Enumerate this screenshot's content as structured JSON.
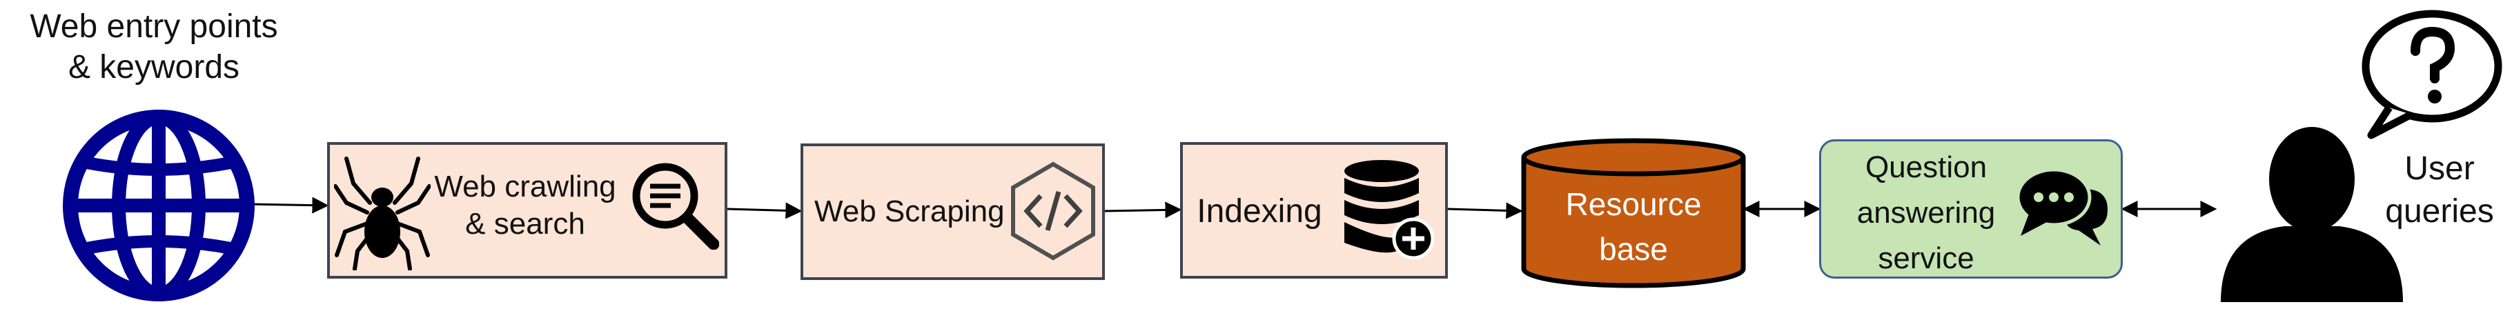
{
  "source": {
    "label_line1": "Web entry points",
    "label_line2": "& keywords",
    "icon": "globe-icon"
  },
  "crawl": {
    "label_line1": "Web crawling",
    "label_line2": "& search",
    "icons": [
      "spider-icon",
      "search-document-icon"
    ]
  },
  "scrape": {
    "label": "Web Scraping",
    "icon": "code-hexagon-icon"
  },
  "index": {
    "label": "Indexing",
    "icon": "database-add-icon"
  },
  "resource": {
    "label_line1": "Resource",
    "label_line2": "base",
    "icon": "database-cylinder"
  },
  "qa": {
    "label_line1": "Question",
    "label_line2": "answering",
    "label_line3": "service",
    "icon": "chat-bubbles-icon"
  },
  "user": {
    "label_line1": "User",
    "label_line2": "queries",
    "icons": [
      "user-silhouette-icon",
      "question-bubble-icon"
    ]
  },
  "colors": {
    "stage_fill": "#fce4d6",
    "stage_border": "#3d4451",
    "resource_fill": "#c55a11",
    "qa_fill": "#c6e4b4",
    "qa_border": "#3f5f8f",
    "globe": "#000090"
  }
}
